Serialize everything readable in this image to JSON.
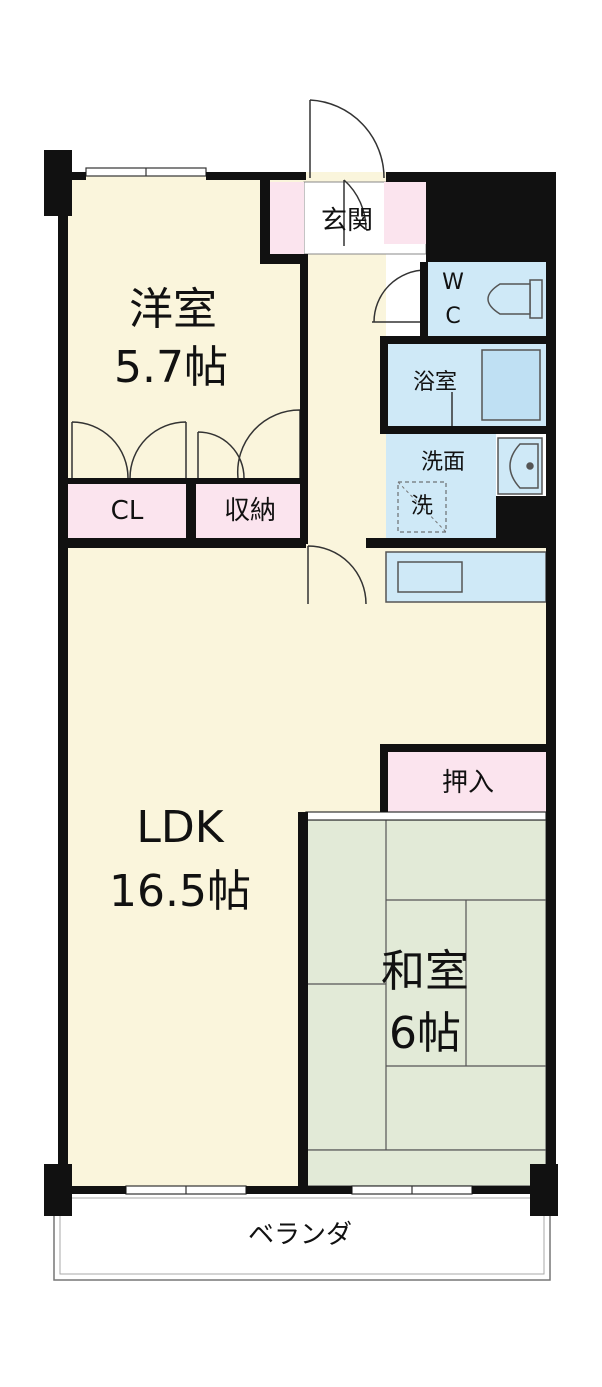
{
  "rooms": {
    "western": {
      "name": "洋室",
      "size": "5.7帖"
    },
    "ldk": {
      "name": "LDK",
      "size": "16.5帖"
    },
    "japanese": {
      "name": "和室",
      "size": "6帖"
    }
  },
  "labels": {
    "entrance": "玄関",
    "wc_line1": "W",
    "wc_line2": "C",
    "bath": "浴室",
    "washroom": "洗面",
    "washer": "洗",
    "closet": "CL",
    "storage": "収納",
    "oshiire": "押入",
    "veranda": "ベランダ"
  },
  "colors": {
    "floor": "#faf5dc",
    "storage_pink": "#fbe4ee",
    "water_blue": "#cfe9f7",
    "tatami": "#e2ead7",
    "wall": "#111111"
  }
}
